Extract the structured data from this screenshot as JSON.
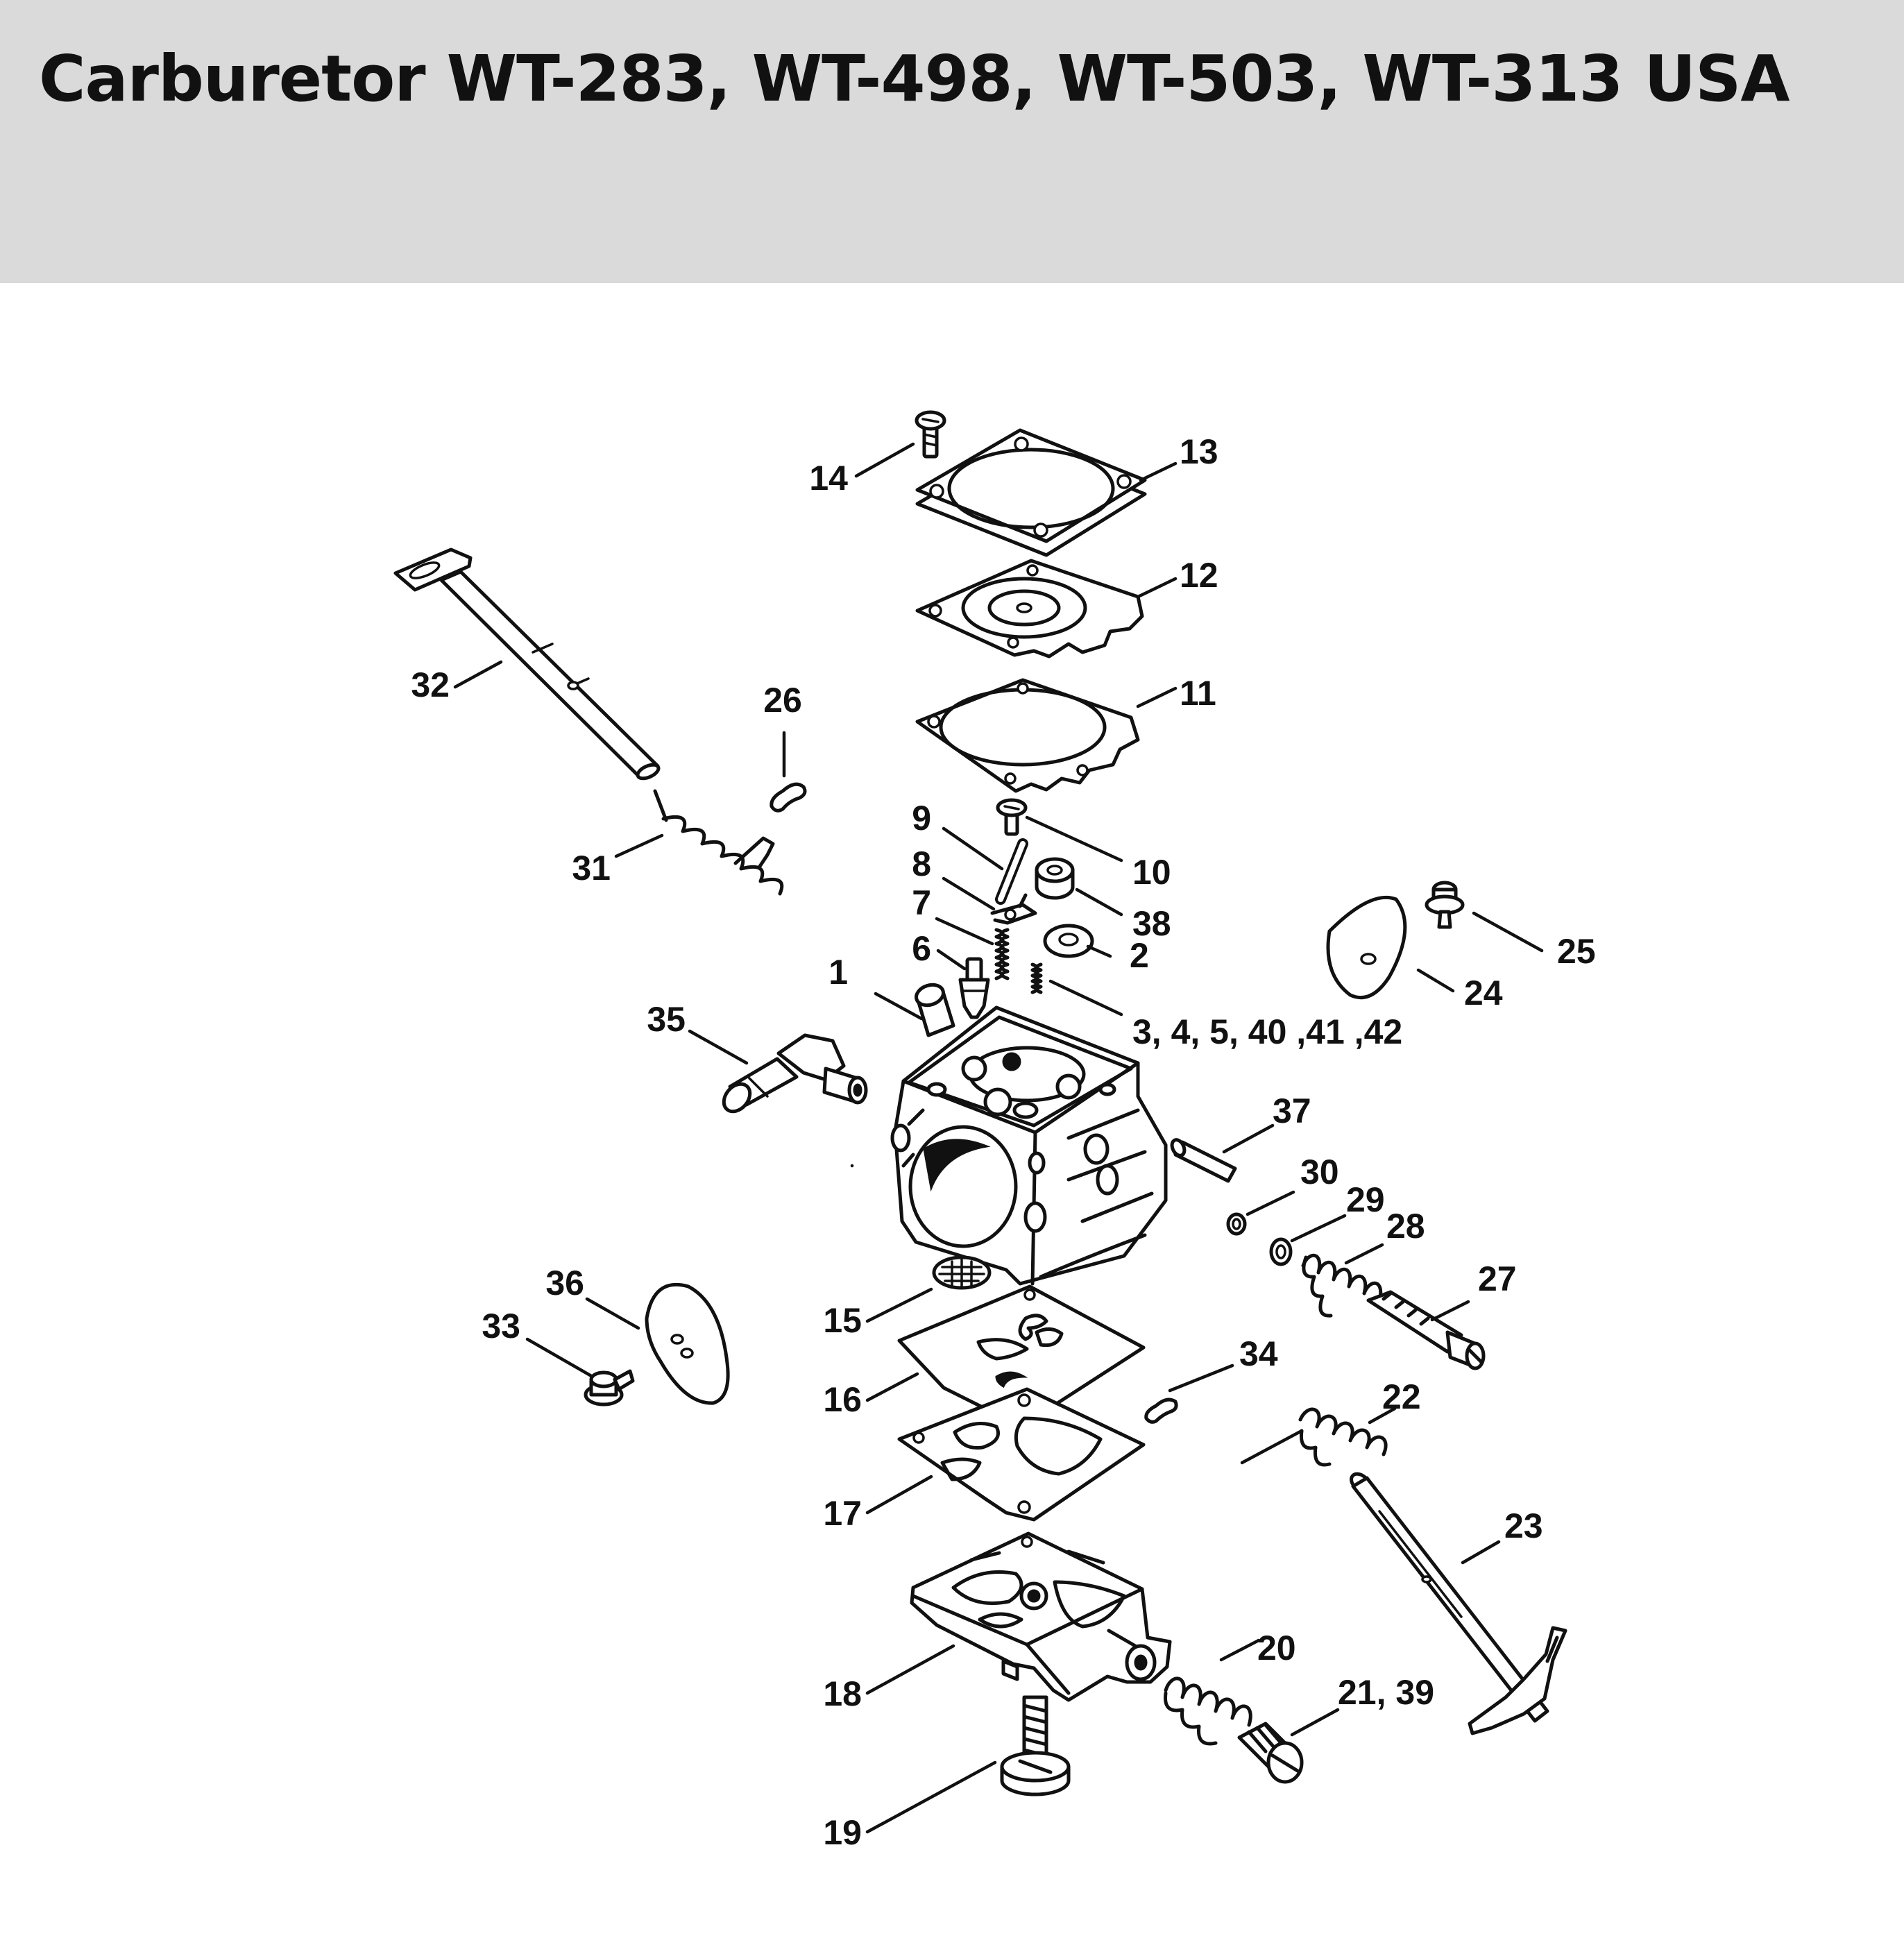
{
  "page": {
    "title": "Carburetor WT-283, WT-498, WT-503, WT-313 USA",
    "header_color": "#d9dad9"
  },
  "callouts": [
    {
      "id": "1",
      "text": "1"
    },
    {
      "id": "2",
      "text": "2"
    },
    {
      "id": "3",
      "text": "3, 4, 5, 40 ,41 ,42"
    },
    {
      "id": "6",
      "text": "6"
    },
    {
      "id": "7",
      "text": "7"
    },
    {
      "id": "8",
      "text": "8"
    },
    {
      "id": "9",
      "text": "9"
    },
    {
      "id": "10",
      "text": "10"
    },
    {
      "id": "11",
      "text": "11"
    },
    {
      "id": "12",
      "text": "12"
    },
    {
      "id": "13",
      "text": "13"
    },
    {
      "id": "14",
      "text": "14"
    },
    {
      "id": "15",
      "text": "15"
    },
    {
      "id": "16",
      "text": "16"
    },
    {
      "id": "17",
      "text": "17"
    },
    {
      "id": "18",
      "text": "18"
    },
    {
      "id": "19",
      "text": "19"
    },
    {
      "id": "20",
      "text": "20"
    },
    {
      "id": "21",
      "text": "21, 39"
    },
    {
      "id": "22",
      "text": "22"
    },
    {
      "id": "23",
      "text": "23"
    },
    {
      "id": "24",
      "text": "24"
    },
    {
      "id": "25",
      "text": "25"
    },
    {
      "id": "26",
      "text": "26"
    },
    {
      "id": "27",
      "text": "27"
    },
    {
      "id": "28",
      "text": "28"
    },
    {
      "id": "29",
      "text": "29"
    },
    {
      "id": "30",
      "text": "30"
    },
    {
      "id": "31",
      "text": "31"
    },
    {
      "id": "32",
      "text": "32"
    },
    {
      "id": "33",
      "text": "33"
    },
    {
      "id": "34",
      "text": "34"
    },
    {
      "id": "35",
      "text": "35"
    },
    {
      "id": "36",
      "text": "36"
    },
    {
      "id": "37",
      "text": "37"
    },
    {
      "id": "38",
      "text": "38"
    }
  ]
}
